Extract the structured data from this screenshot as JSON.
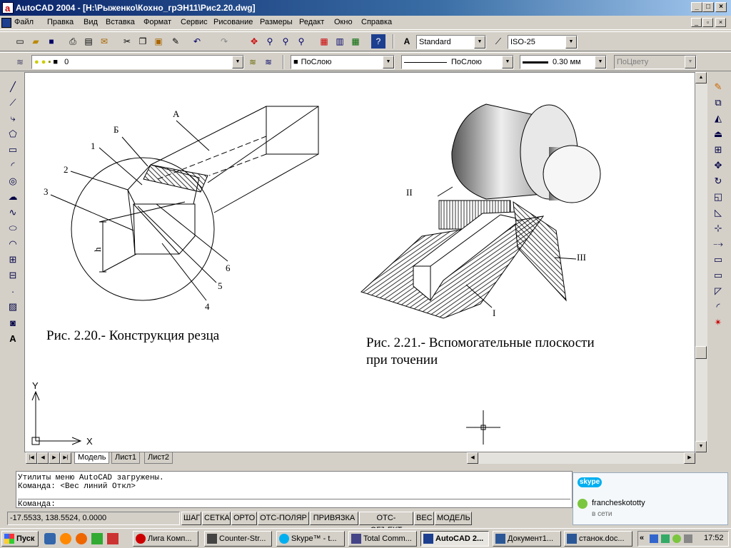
{
  "window": {
    "title": "AutoCAD 2004 - [H:\\Рыженко\\Кохно_грЭН11\\Рис2.20.dwg]"
  },
  "menu": [
    "Файл",
    "Правка",
    "Вид",
    "Вставка",
    "Формат",
    "Сервис",
    "Рисование",
    "Размеры",
    "Редакт",
    "Окно",
    "Справка"
  ],
  "toolbar": {
    "text_style": "Standard",
    "dim_style": "ISO-25"
  },
  "layers": {
    "current_layer": "0",
    "color": "ПоСлою",
    "linetype": "ПоСлою",
    "lineweight": "0.30 мм",
    "plotstyle": "ПоЦвету"
  },
  "drawing": {
    "fig1": {
      "caption": "Рис. 2.20.- Конструкция резца",
      "labels": {
        "A": "А",
        "B": "Б",
        "n1": "1",
        "n2": "2",
        "n3": "3",
        "n4": "4",
        "n5": "5",
        "n6": "6",
        "h": "h"
      }
    },
    "fig2": {
      "caption_line1": "Рис. 2.21.- Вспомогательные плоскости",
      "caption_line2": "при точении",
      "labels": {
        "I": "I",
        "II": "II",
        "III": "III"
      }
    },
    "ucs": {
      "x": "X",
      "y": "Y"
    }
  },
  "layout_tabs": [
    "Модель",
    "Лист1",
    "Лист2"
  ],
  "command": {
    "history": [
      "Утилиты меню AutoCAD загружены.",
      "Команда:  <Вес линий Откл>"
    ],
    "prompt": "Команда:"
  },
  "status": {
    "coords": "-17.5533, 138.5524, 0.0000",
    "buttons": [
      "ШАГ",
      "СЕТКА",
      "ОРТО",
      "ОТС-ПОЛЯР",
      "ПРИВЯЗКА",
      "ОТС-ОБЪЕКТ",
      "ВЕС",
      "МОДЕЛЬ"
    ]
  },
  "skype": {
    "brand": "skype",
    "user": "francheskototty",
    "status": "в сети"
  },
  "taskbar": {
    "start": "Пуск",
    "tasks": [
      "Лига Комп...",
      "Counter-Str...",
      "Skype™ - t...",
      "Total Comm...",
      "AutoCAD 2...",
      "Документ1...",
      "станок.doc..."
    ],
    "clock": "17:52"
  },
  "colors": {
    "title_active": "#0a246a",
    "canvas": "#ffffff",
    "face": "#d4d0c8"
  }
}
